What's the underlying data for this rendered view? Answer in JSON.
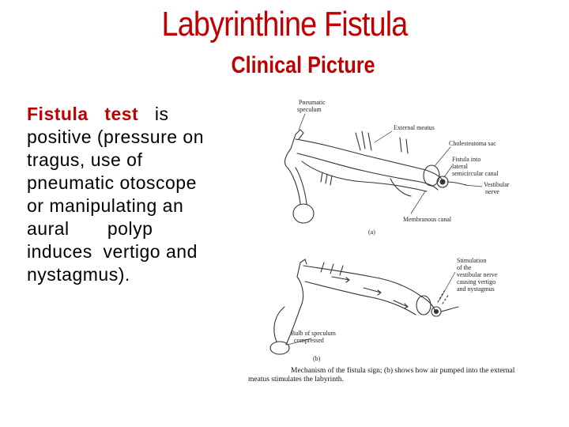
{
  "slide": {
    "title": "Labyrinthine Fistula",
    "subtitle": "Clinical Picture",
    "body": {
      "term_part1": "Fistula",
      "term_part2": "test",
      "lines": [
        "   is",
        "positive (pressure on",
        "tragus, use of",
        "pneumatic otoscope",
        "or manipulating an",
        "aural       polyp",
        "induces  vertigo and",
        "nystagmus)."
      ]
    }
  },
  "figure": {
    "labels": {
      "pneumatic_speculum_1": "Pneumatic",
      "pneumatic_speculum_2": "speculum",
      "external_meatus": "External meatus",
      "cholesteatoma_sac": "Cholesteatoma sac",
      "fistula_1": "Fistula into",
      "fistula_2": "lateral",
      "fistula_3": "semicircular canal",
      "vestibular_1": "Vestibular",
      "vestibular_2": "nerve",
      "membranous_canal": "Membranous canal",
      "panel_a": "(a)",
      "stim_1": "Stimulation",
      "stim_2": "of the",
      "stim_3": "vestibular nerve",
      "stim_4": "causing vertigo",
      "stim_5": "and nystagmus",
      "bulb_1": "Bulb of speculum",
      "bulb_2": "compressed",
      "panel_b": "(b)"
    },
    "caption_line1": "Mechanism of the fistula sign; (b) shows how air pumped into the external",
    "caption_line2": "meatus stimulates the labyrinth."
  }
}
